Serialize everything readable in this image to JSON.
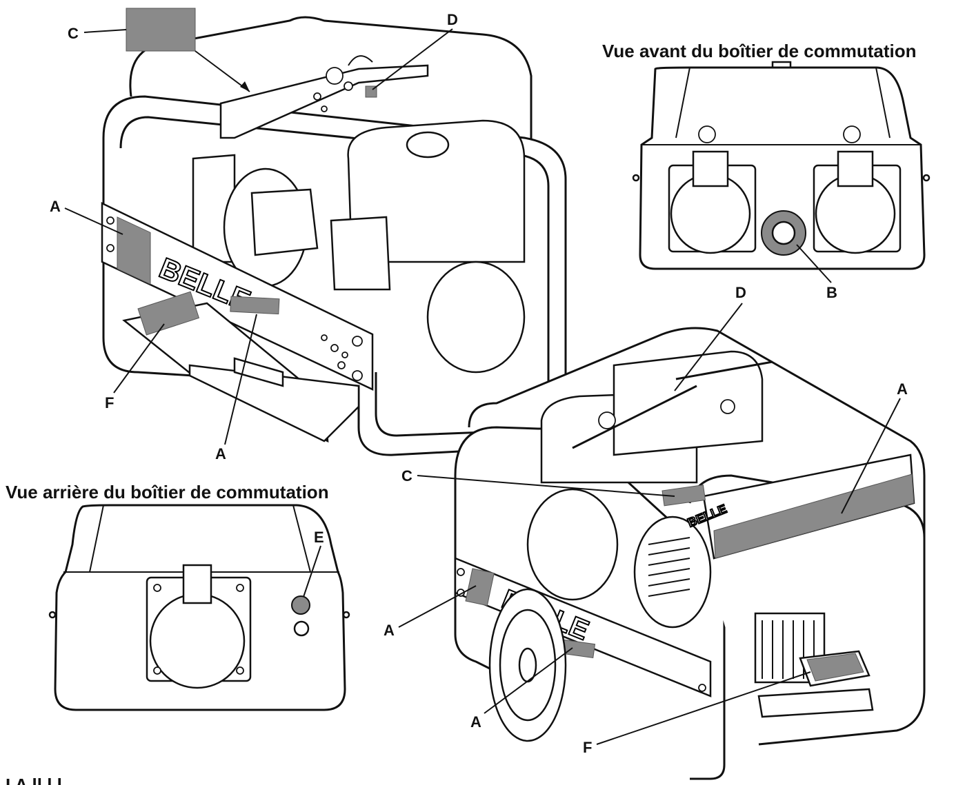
{
  "titles": {
    "switch_front": "Vue avant du boîtier de commutation",
    "switch_rear": "Vue arrière du boîtier de commutation",
    "bottom_partial": "I    A    ll    l  l"
  },
  "brand": "BELLE",
  "callouts": {
    "a": "A",
    "b": "B",
    "c": "C",
    "d": "D",
    "e": "E",
    "f": "F"
  },
  "colors": {
    "decal_gray": "#8a8a8a",
    "stroke": "#111111",
    "background": "#ffffff"
  }
}
